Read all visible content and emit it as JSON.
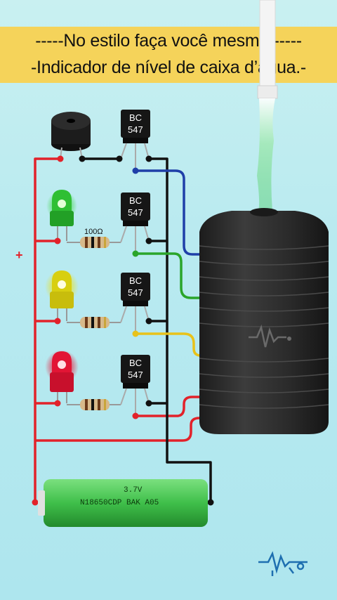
{
  "banner": {
    "line1": "-----No estilo faça você mesmo:-----",
    "line2": "-Indicador de nível de caixa d’água.-"
  },
  "transistors": [
    {
      "label_top": "BC",
      "label_bottom": "547"
    },
    {
      "label_top": "BC",
      "label_bottom": "547"
    },
    {
      "label_top": "BC",
      "label_bottom": "547"
    },
    {
      "label_top": "BC",
      "label_bottom": "547"
    }
  ],
  "resistor_label": "100Ω",
  "plus_label": "+",
  "battery": {
    "voltage": "3.7V",
    "model": "N18650CDP BAK A05"
  },
  "colors": {
    "banner": "#f5d35a",
    "wire_red": "#e2222a",
    "wire_black": "#111111",
    "wire_blue": "#1f3fa8",
    "wire_green": "#2aa52a",
    "wire_yellow": "#e8c21a",
    "battery": "#3fbf4a",
    "tank": "#2d2d2d",
    "led_green": "#37d43a",
    "led_yellow": "#e9e21c",
    "led_red": "#e81a3a"
  },
  "icons": [
    "buzzer-icon",
    "tank-logo-icon",
    "watermark-logo-icon"
  ]
}
